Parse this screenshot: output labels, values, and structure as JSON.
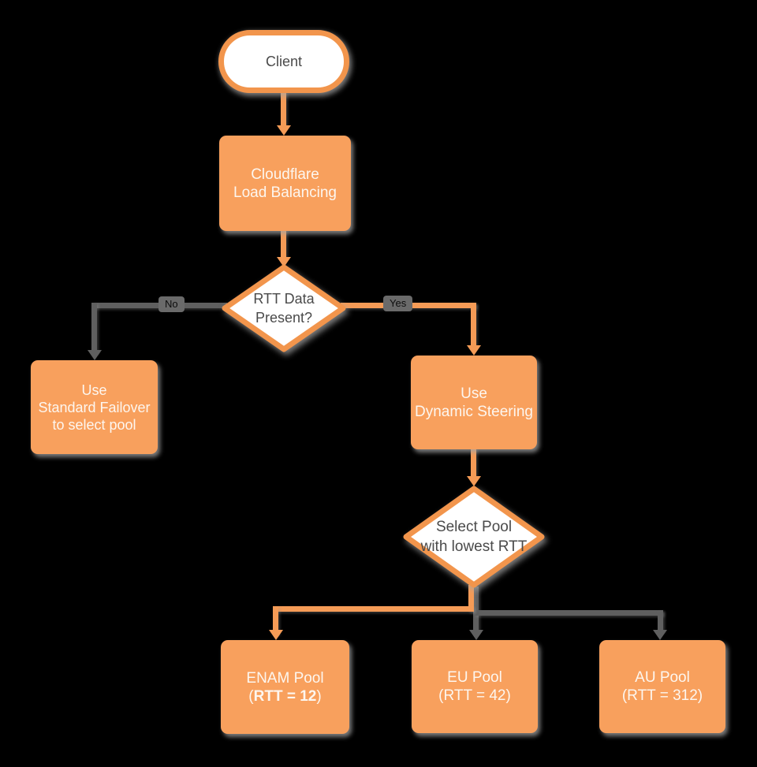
{
  "colors": {
    "bg": "#000000",
    "orange": "#F8A05D",
    "orange-border": "#F2954C",
    "orange-line": "#F59B56",
    "gray-line": "#5F5F5F",
    "text-dark": "#4A4A4A",
    "text-light": "#FDF6EF",
    "label-bg": "#6A6A6A",
    "shadow": "rgba(165,165,165,0.75)"
  },
  "nodes": {
    "client": {
      "label": "Client"
    },
    "load_balancer": {
      "line1": "Cloudflare",
      "line2": "Load Balancing"
    },
    "rtt_decision": {
      "line1": "RTT Data",
      "line2": "Present?"
    },
    "standard_failover": {
      "line1": "Use",
      "line2": "Standard Failover",
      "line3": "to select pool"
    },
    "dynamic_steering": {
      "line1": "Use",
      "line2": "Dynamic Steering"
    },
    "pool_decision": {
      "line1": "Select Pool",
      "line2": "with lowest RTT"
    },
    "enam_pool": {
      "line1": "ENAM Pool",
      "line2_open": "(",
      "line2_bold": "RTT = 12",
      "line2_close": ")"
    },
    "eu_pool": {
      "line1": "EU Pool",
      "line2": "(RTT = 42)"
    },
    "au_pool": {
      "line1": "AU Pool",
      "line2": "(RTT = 312)"
    }
  },
  "edges": {
    "no_label": "No",
    "yes_label": "Yes"
  }
}
